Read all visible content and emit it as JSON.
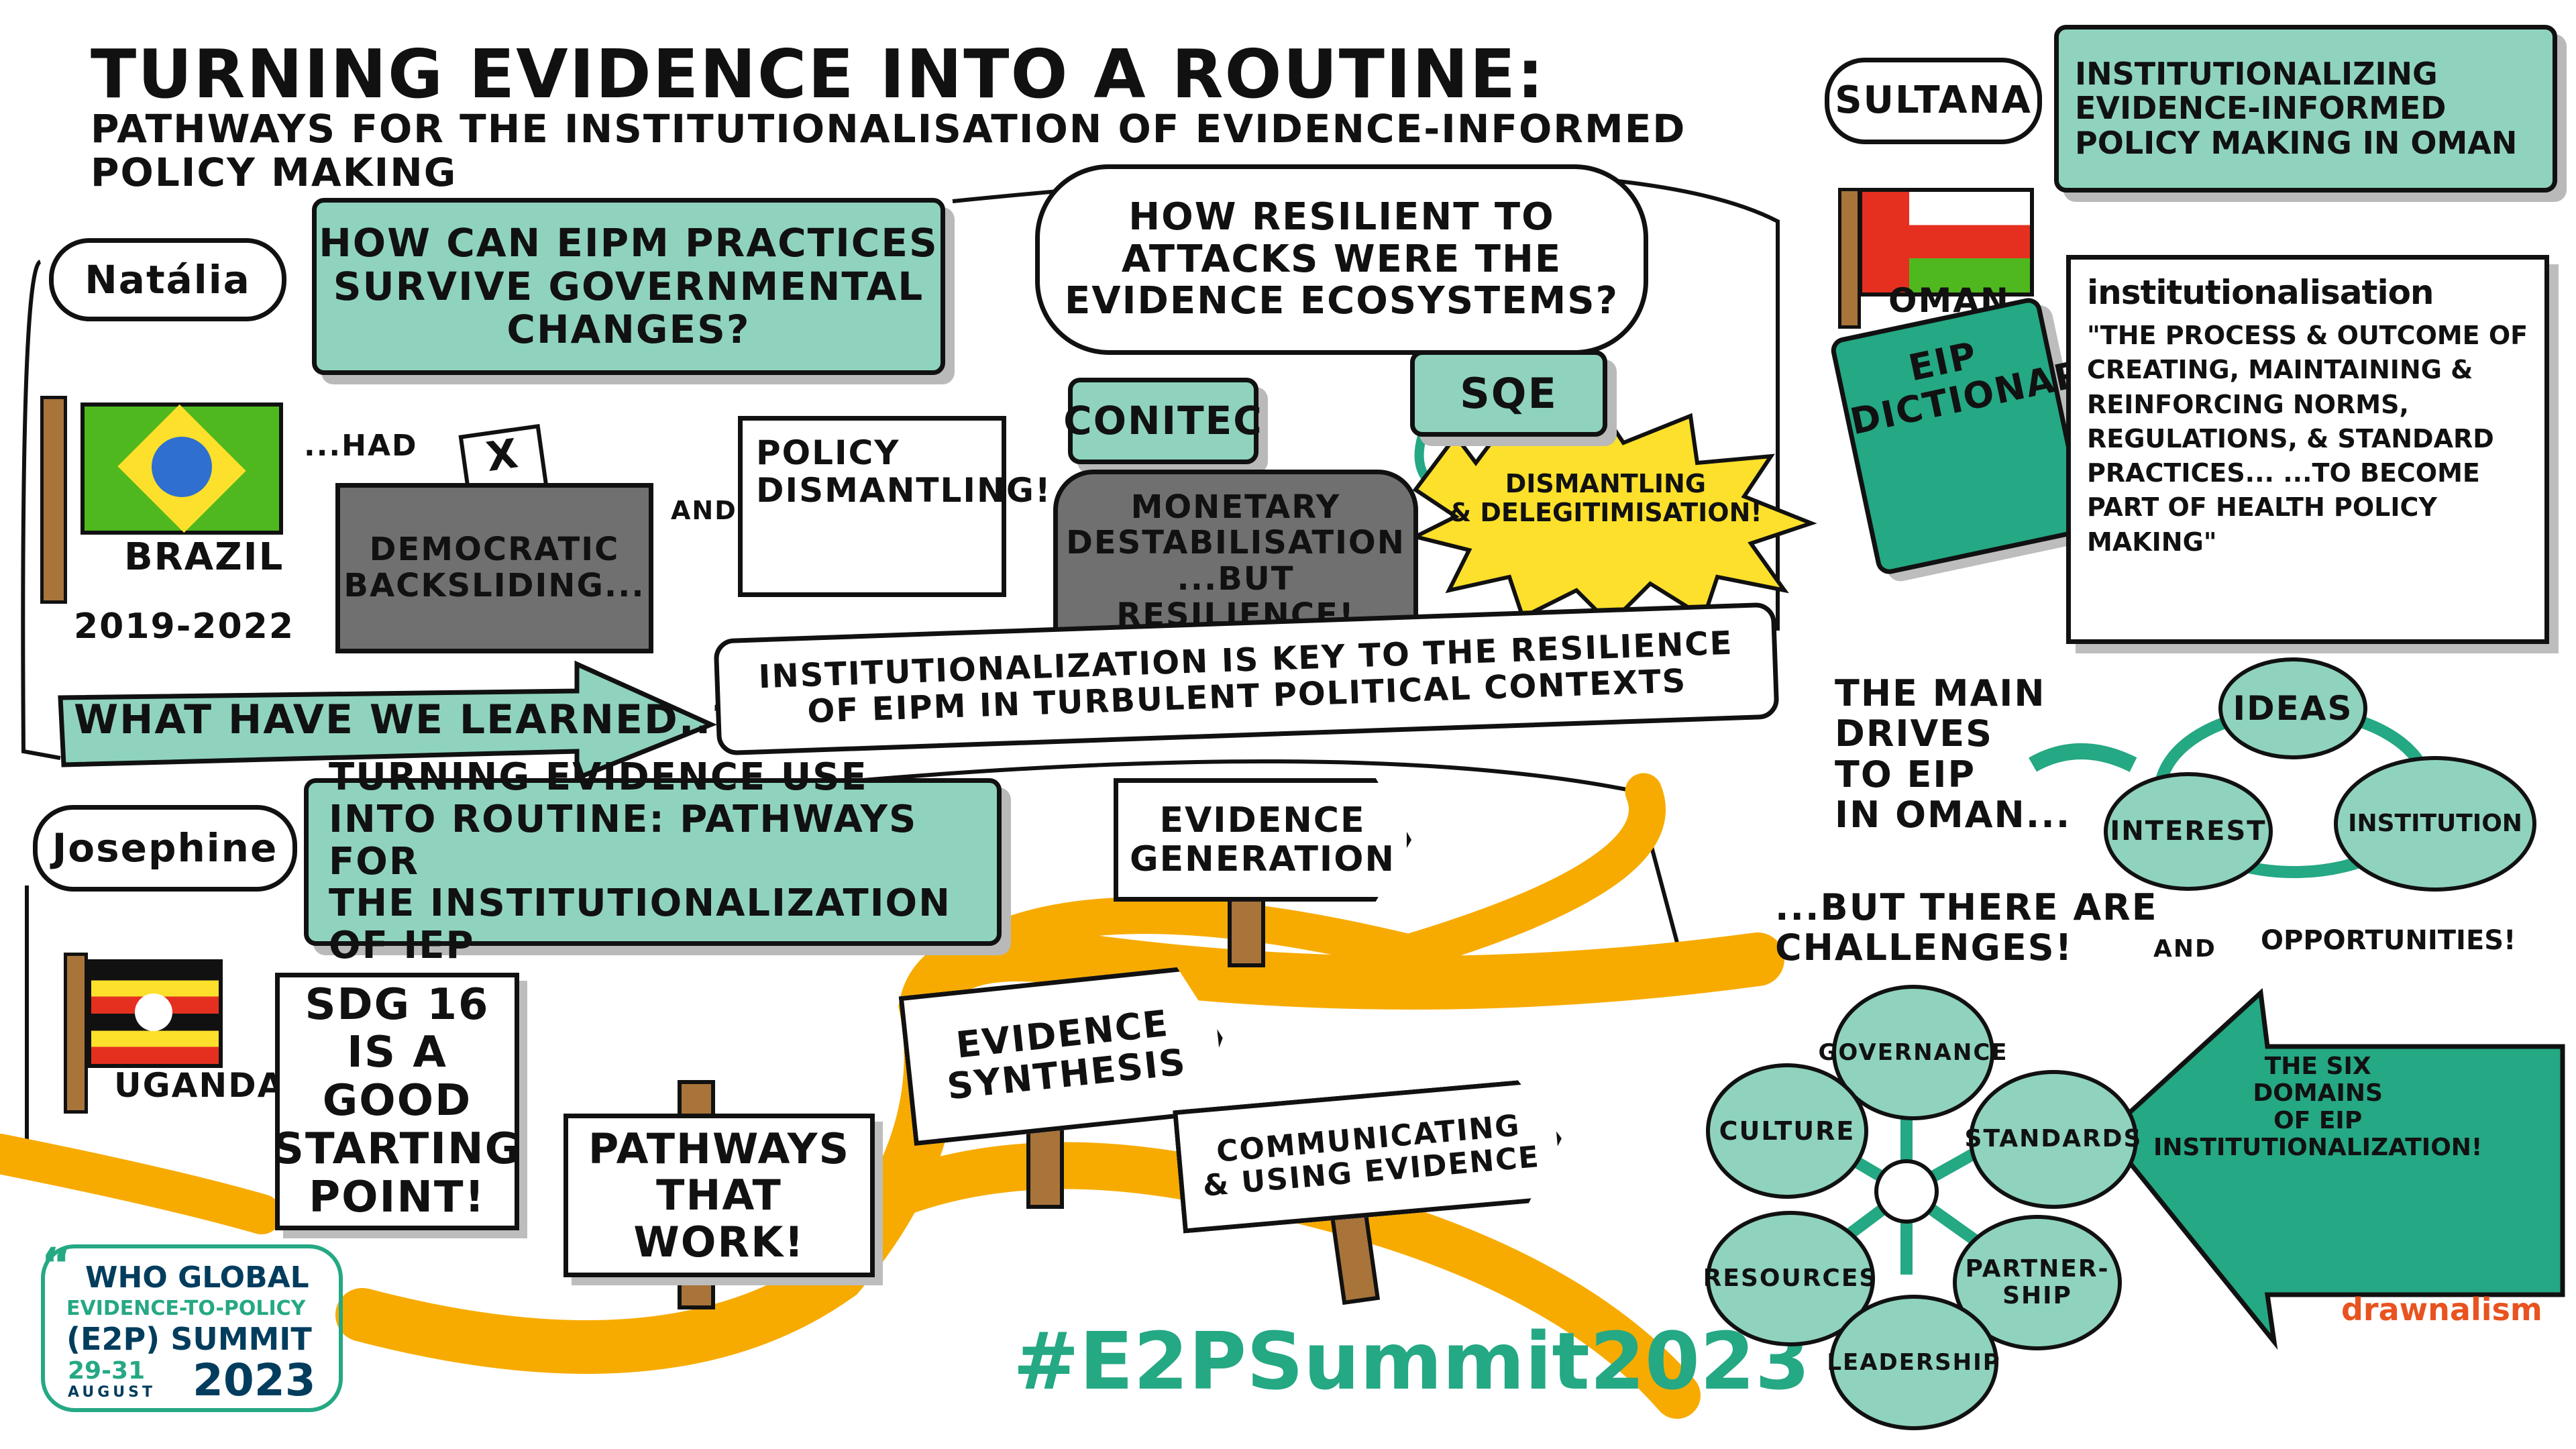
{
  "title": "Turning evidence into a routine:",
  "subtitle": "Pathways for the institutionalisation of evidence-informed\npolicy making",
  "brazil": {
    "speaker": "Natália",
    "question": "How can EIPM practices\nsurvive governmental\nchanges?",
    "flag_label": "Brazil",
    "years": "2019-2022",
    "had": "...had",
    "ballot_mark": "X",
    "ballot_box": "Democratic\nbacksliding...",
    "and": "and",
    "policy": "Policy\ndismantling!",
    "resilience_question": "How resilient to\nattacks were the\nevidence ecosystems?",
    "conitec": "CONITEC",
    "sqe": "SQE",
    "stone": "Monetary\ndestabilisation\n...but resilience!",
    "burst": "Dismantling\n& delegitimisation!",
    "learned": "What have we learned..?",
    "key": "Institutionalization is key to the resilience\nof EIPM in turbulent political contexts"
  },
  "uganda": {
    "speaker": "Josephine",
    "topic": "Turning evidence use\ninto routine: pathways for\nthe institutionalization of IEP",
    "flag_label": "Uganda",
    "sdg": "SDG 16\nis a good\nstarting\npoint!",
    "signs": [
      "Pathways\nthat work!",
      "Evidence\ngeneration",
      "Evidence\nsynthesis",
      "Communicating\n& using evidence"
    ]
  },
  "hashtag": "#E2PSummit2023",
  "logo": {
    "line1": "WHO GLOBAL",
    "line2": "EVIDENCE-TO-POLICY",
    "line3": "(E2P) SUMMIT",
    "dates": "29-31",
    "month": "AUGUST",
    "year": "2023"
  },
  "oman": {
    "speaker": "Sultana",
    "topic": "Institutionalizing\nevidence-informed\npolicy making in Oman",
    "flag_label": "Oman",
    "book": "EIP\nDictionary",
    "def_title": "institutionalisation",
    "def_text": "\"The process & outcome of creating, maintaining & reinforcing norms, regulations, & standard practices... ...to become part of health policy making\"",
    "drivers_label": "The main\ndrives\nto EIP\nin Oman...",
    "drivers": [
      "Ideas",
      "Interest",
      "Institution"
    ],
    "challenges": "...but there are\nchallenges!",
    "and": "and",
    "opportunities": "opportunities!",
    "domains": [
      "Governance",
      "Culture",
      "Standards",
      "Resources",
      "Partner-ship",
      "Leadership"
    ],
    "six_domains": "The six\ndomains\nof EIP\ninstitutionalization!"
  },
  "artist": "drawnalism",
  "colors": {
    "teal": "#8fd3bf",
    "dark_teal": "#25a884",
    "orange": "#f7ab00",
    "yellow": "#fde02b",
    "navy": "#033d5e"
  }
}
